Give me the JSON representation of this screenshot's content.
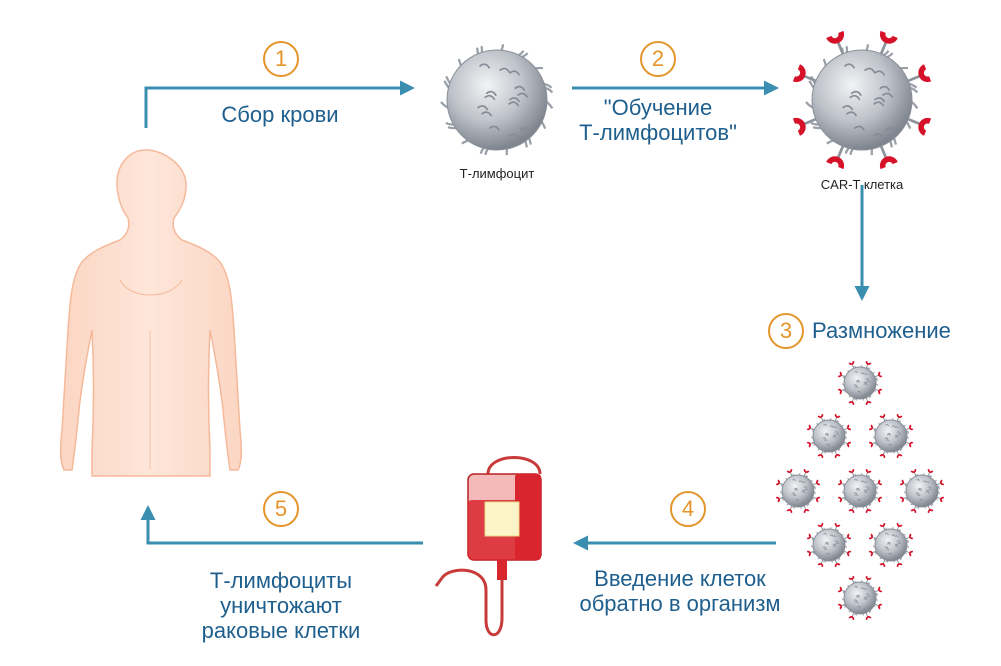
{
  "colors": {
    "arrow": "#3a8fb0",
    "label": "#1f5f8e",
    "badge": "#e4952a",
    "body": "#fde2d3",
    "body_outline": "#f5b99a",
    "cell": "#b9bdc4",
    "receptor": "#d6122a",
    "bag": "#d9262e"
  },
  "steps": [
    {
      "number": "1",
      "label": "Сбор крови"
    },
    {
      "number": "2",
      "label_line1": "\"Обучение",
      "label_line2": "Т-лимфоцитов\""
    },
    {
      "number": "3",
      "label": "Размножение"
    },
    {
      "number": "4",
      "label_line1": "Введение клеток",
      "label_line2": "обратно в организм"
    },
    {
      "number": "5",
      "label_line1": "Т-лимфоциты",
      "label_line2": "уничтожают",
      "label_line3": "раковые клетки"
    }
  ],
  "cells": {
    "t_cell_caption": "Т-лимфоцит",
    "car_t_caption": "CAR-T клетка"
  },
  "icons": {
    "human": "human-silhouette-icon",
    "t_cell": "t-lymphocyte-icon",
    "car_t": "car-t-cell-icon",
    "expansion": "expanded-cell-cluster-icon",
    "bag": "infusion-bag-icon"
  }
}
